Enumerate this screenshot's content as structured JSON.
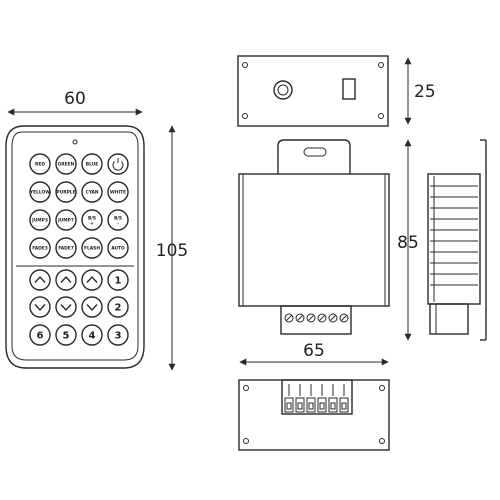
{
  "dimensions": {
    "remote_width": "60",
    "remote_height": "105",
    "controller_depth": "25",
    "controller_height": "85",
    "controller_width": "65"
  },
  "remote": {
    "function_buttons": [
      [
        "RED",
        "GREEN",
        "BLUE",
        "power-icon"
      ],
      [
        "YELLOW",
        "PURPLE",
        "CYAN",
        "WHITE"
      ],
      [
        "JUMP3",
        "JUMP7",
        "B/S\n+",
        "B/S\n-"
      ],
      [
        "FADE3",
        "FADE7",
        "FLASH",
        "AUTO"
      ]
    ],
    "zone_rows": [
      [
        "up",
        "up",
        "up",
        "1"
      ],
      [
        "down",
        "down",
        "down",
        "2"
      ],
      [
        "6",
        "5",
        "4",
        "3"
      ]
    ]
  },
  "colors": {
    "stroke": "#2a2a2a",
    "background": "#ffffff"
  }
}
